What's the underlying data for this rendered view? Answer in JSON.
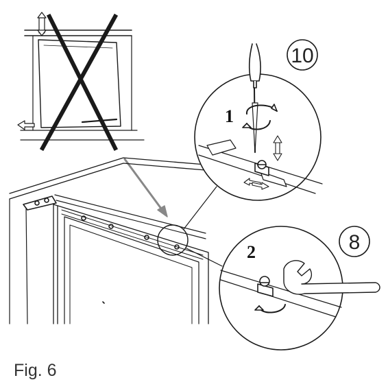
{
  "figure": {
    "caption": "Fig. 6",
    "step_1_label": "1",
    "step_2_label": "2",
    "badge_top": "10",
    "badge_bottom": "8"
  },
  "colors": {
    "line": "#1a1a1a",
    "pointer_arrow": "#888888",
    "panel_fill": "#f4f4f4"
  },
  "icons": [
    "screwdriver-icon",
    "wrench-icon",
    "rotate-arrow-icon",
    "double-arrow-icon",
    "cross-out-icon"
  ]
}
